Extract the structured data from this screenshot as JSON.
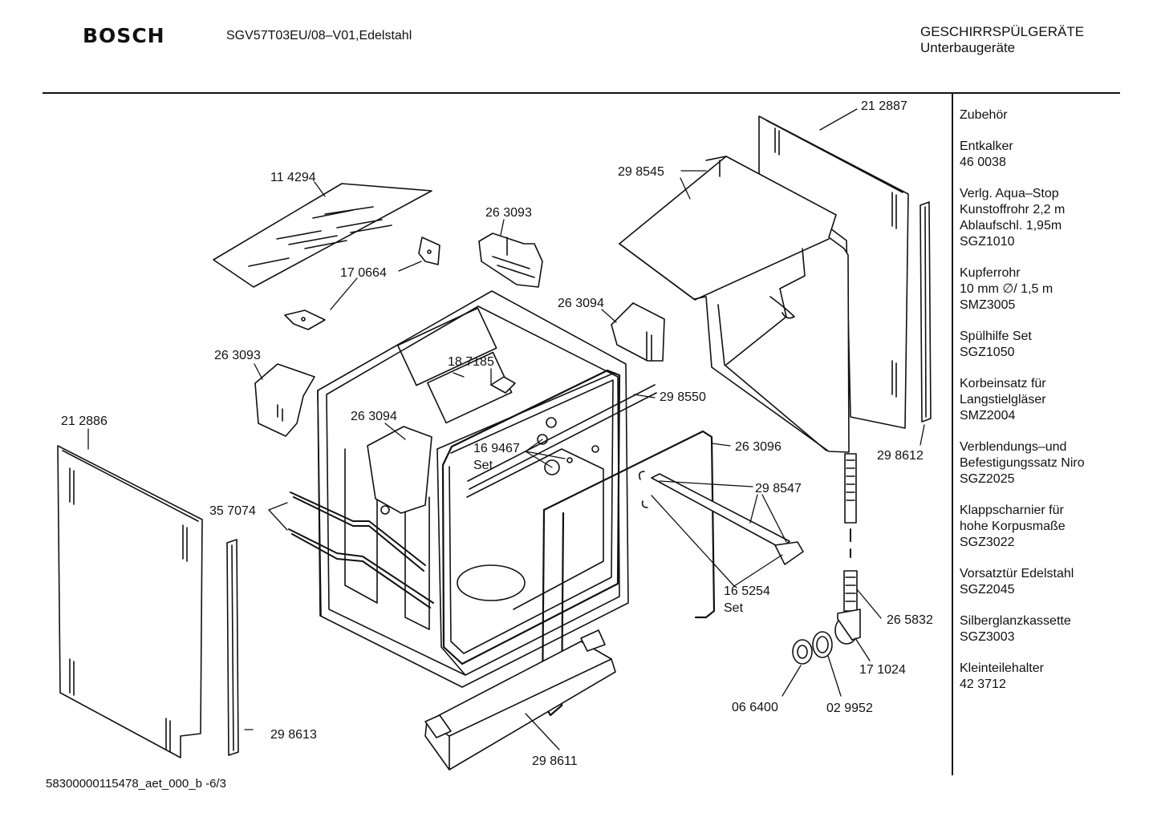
{
  "header": {
    "brand": "BOSCH",
    "model": "SGV57T03EU/08–V01,Edelstahl",
    "category_line1": "GESCHIRRSPÜLGERÄTE",
    "category_line2": "Unterbaugeräte"
  },
  "part_labels": {
    "p212887": "21 2887",
    "p298545": "29 8545",
    "p114294": "11 4294",
    "p263093a": "26 3093",
    "p170664": "17 0664",
    "p263094a": "26 3094",
    "p263093b": "26 3093",
    "p187185": "18 7185",
    "p298550": "29 8550",
    "p212886": "21 2886",
    "p263094b": "26 3094",
    "p169467": "16 9467",
    "p169467set": "Set",
    "p263096": "26 3096",
    "p298612": "29 8612",
    "p357074": "35 7074",
    "p298547": "29 8547",
    "p165254": "16 5254",
    "p165254set": "Set",
    "p265832": "26 5832",
    "p171024": "17 1024",
    "p066400": "06 6400",
    "p029952": "02 9952",
    "p298613": "29 8613",
    "p298611": "29 8611"
  },
  "accessories": [
    {
      "lines": [
        "Zubehör"
      ]
    },
    {
      "lines": [
        "Entkalker",
        "46 0038"
      ]
    },
    {
      "lines": [
        "Verlg. Aqua–Stop",
        "Kunstoffrohr 2,2 m",
        "Ablaufschl. 1,95m",
        "SGZ1010"
      ]
    },
    {
      "lines": [
        "Kupferrohr",
        "10 mm ∅/ 1,5 m",
        "SMZ3005"
      ]
    },
    {
      "lines": [
        "Spülhilfe Set",
        "SGZ1050"
      ]
    },
    {
      "lines": [
        "Korbeinsatz für",
        "Langstielgläser",
        "SMZ2004"
      ]
    },
    {
      "lines": [
        "Verblendungs–und",
        "Befestigungssatz Niro",
        "SGZ2025"
      ]
    },
    {
      "lines": [
        "Klappscharnier für",
        "hohe Korpusmaße",
        "SGZ3022"
      ]
    },
    {
      "lines": [
        "Vorsatztür Edelstahl",
        "SGZ2045"
      ]
    },
    {
      "lines": [
        "Silberglanzkassette",
        "SGZ3003"
      ]
    },
    {
      "lines": [
        "Kleinteilehalter",
        "42 3712"
      ]
    }
  ],
  "footer": {
    "doc_id": "58300000115478_aet_000_b  -6/3"
  }
}
